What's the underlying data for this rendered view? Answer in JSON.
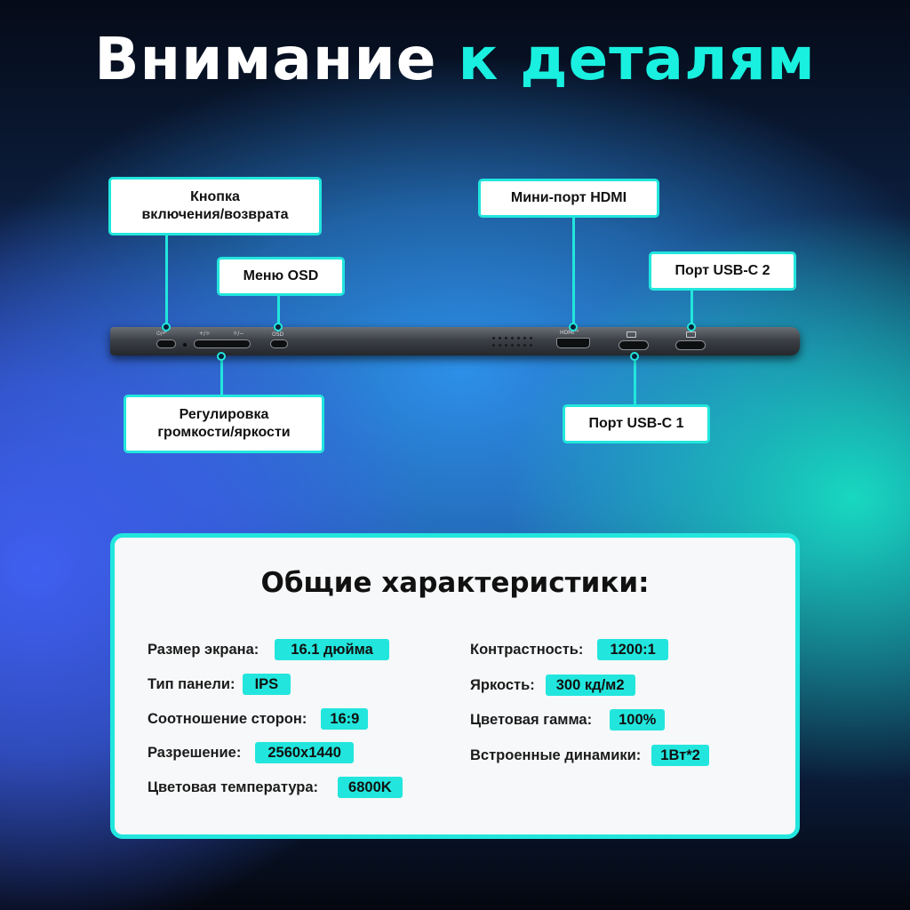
{
  "headline": {
    "part1": "Внимание",
    "part2": "к деталям"
  },
  "callouts": {
    "power": {
      "line1": "Кнопка",
      "line2": "включения/возврата"
    },
    "osd": "Меню OSD",
    "hdmi": "Мини-порт HDMI",
    "usbc2": "Порт USB-C 2",
    "volume": {
      "line1": "Регулировка",
      "line2": "громкости/яркости"
    },
    "usbc1": "Порт USB-C 1"
  },
  "device_labels": {
    "power": "⏻/↶",
    "vol_up": "+/☼",
    "vol_down": "☼/−",
    "osd": "OSD",
    "hdmi": "HDMI™"
  },
  "specs_title": "Общие характеристики:",
  "specs_left": [
    {
      "label": "Размер экрана:",
      "value": "16.1 дюйма"
    },
    {
      "label": "Тип панели:",
      "value": "IPS"
    },
    {
      "label": "Соотношение сторон:",
      "value": "16:9"
    },
    {
      "label": "Разрешение:",
      "value": "2560x1440"
    },
    {
      "label": "Цветовая температура:",
      "value": "6800K"
    }
  ],
  "specs_right": [
    {
      "label": "Контрастность:",
      "value": "1200:1"
    },
    {
      "label": "Яркость:",
      "value": "300 кд/м2"
    },
    {
      "label": "Цветовая гамма:",
      "value": "100%"
    },
    {
      "label": "Встроенные динамики:",
      "value": "1Вт*2"
    }
  ],
  "colors": {
    "accent": "#22e6dd",
    "title_accent": "#19f0e0",
    "card_bg": "#f7f8f9"
  }
}
